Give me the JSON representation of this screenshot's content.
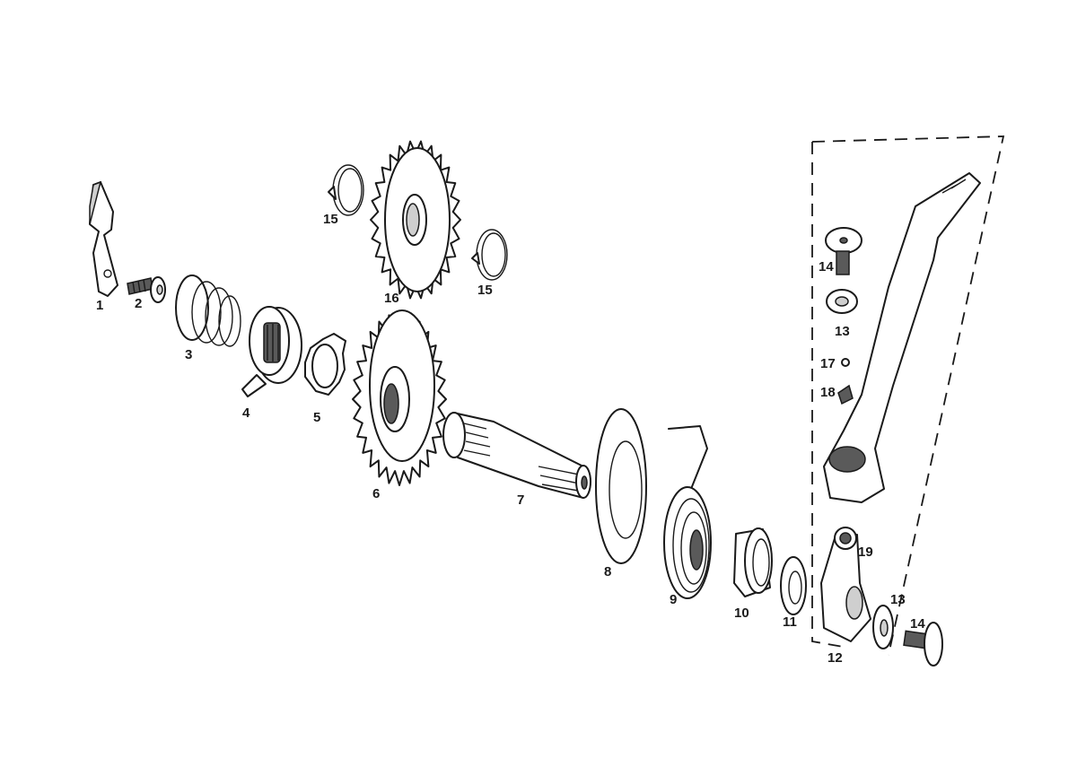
{
  "labels": {
    "l1": "1",
    "l2": "2",
    "l3": "3",
    "l4": "4",
    "l5": "5",
    "l6": "6",
    "l7": "7",
    "l8": "8",
    "l9": "9",
    "l10": "10",
    "l11": "11",
    "l12": "12",
    "l13a": "13",
    "l13b": "13",
    "l14a": "14",
    "l14b": "14",
    "l15a": "15",
    "l15b": "15",
    "l16": "16",
    "l17": "17",
    "l18": "18",
    "l19": "19"
  }
}
